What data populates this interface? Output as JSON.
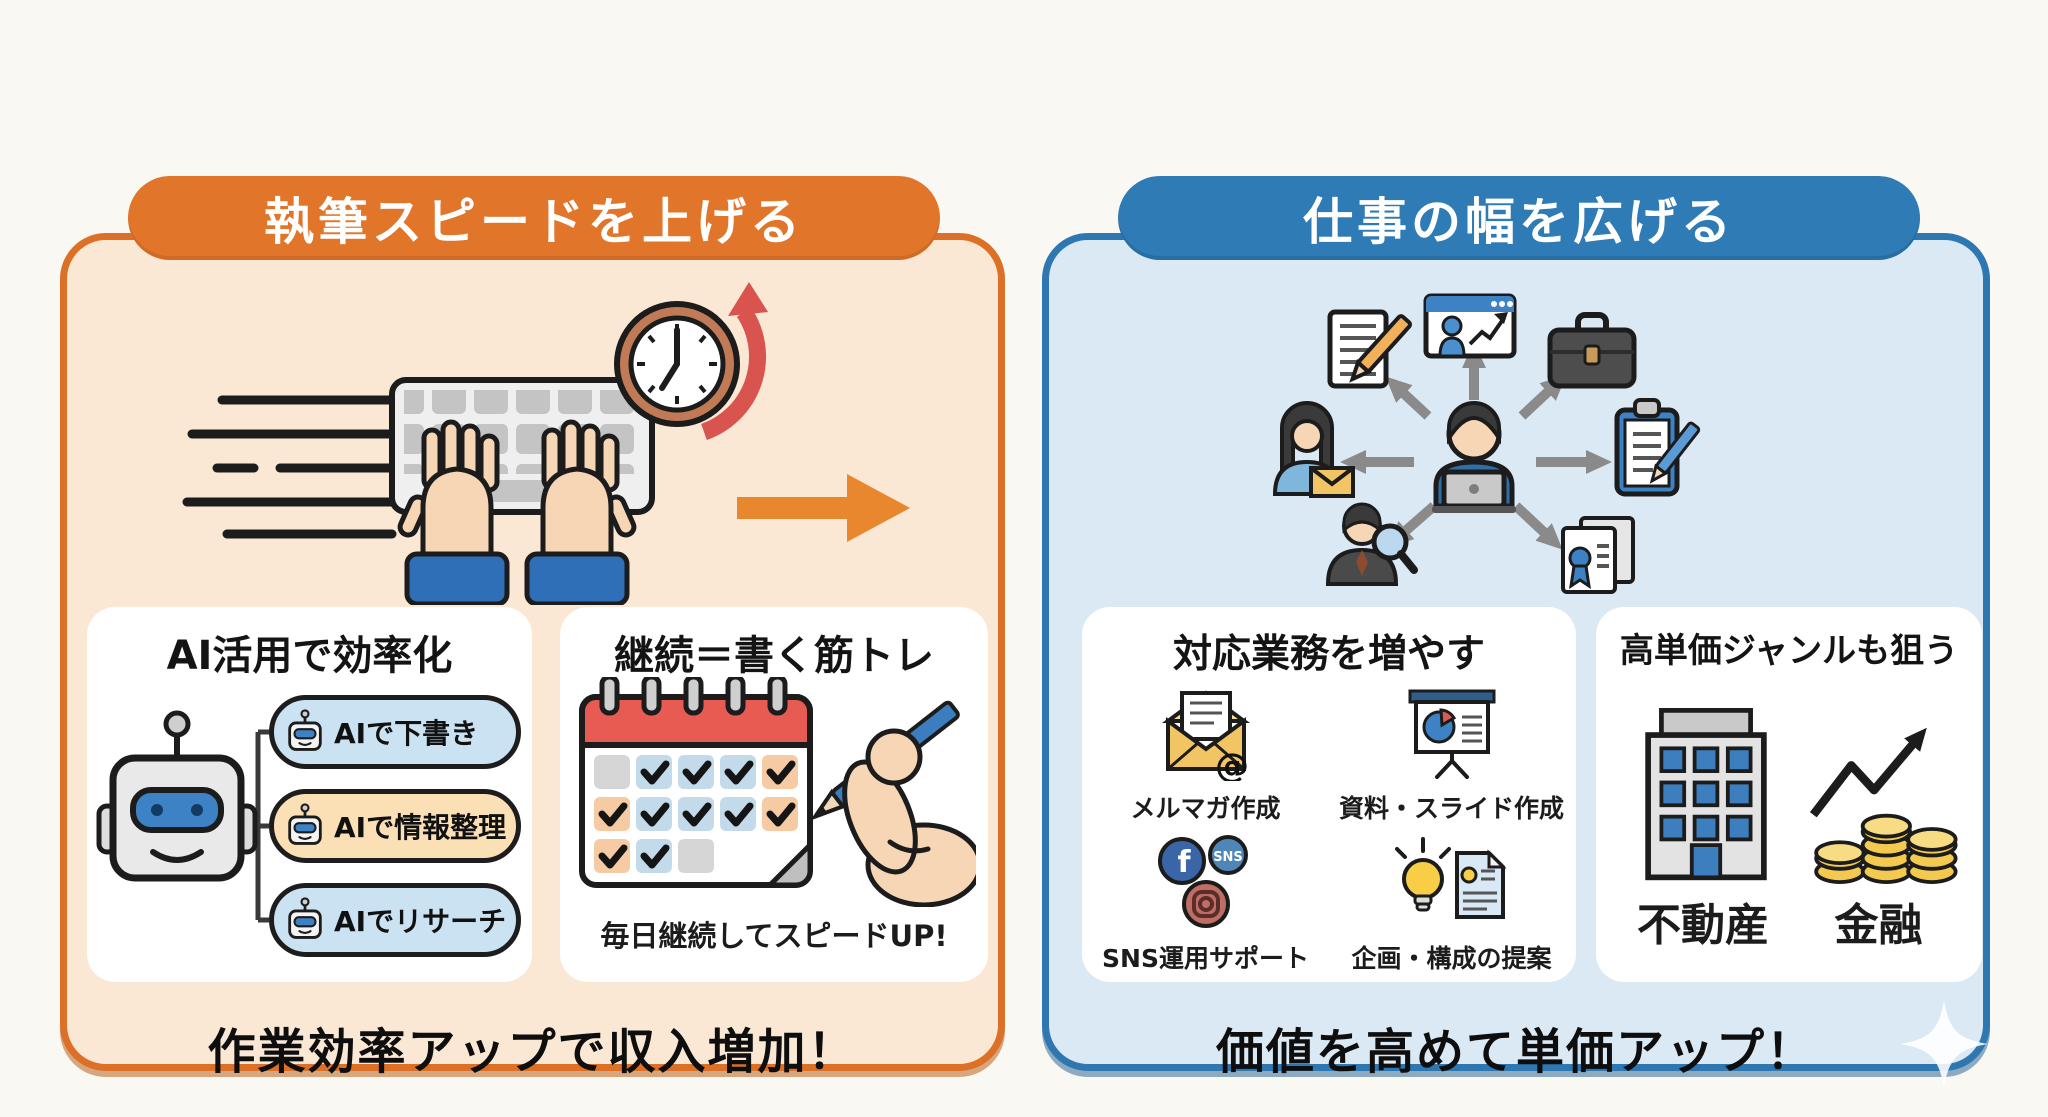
{
  "page": {
    "background": "#FAF8F3"
  },
  "left_panel": {
    "accent_color": "#E1752A",
    "fill_color": "#FAE7D4",
    "header": "執筆スピードを上げる",
    "footer": "作業効率アップで収入増加！",
    "ai_box": {
      "title": "AI活用で効率化",
      "pills": [
        {
          "label": "AIで下書き",
          "bg": "#CBE2F3"
        },
        {
          "label": "AIで情報整理",
          "bg": "#FBE0B6"
        },
        {
          "label": "AIでリサーチ",
          "bg": "#CBE2F3"
        }
      ]
    },
    "training_box": {
      "title": "継続＝書く筋トレ",
      "caption": "毎日継続してスピードUP!"
    }
  },
  "right_panel": {
    "accent_color": "#2E7BB5",
    "fill_color": "#DBE9F4",
    "header": "仕事の幅を広げる",
    "footer": "価値を高めて単価アップ！",
    "tasks_box": {
      "title": "対応業務を増やす",
      "items": [
        {
          "label": "メルマガ作成",
          "icon": "newsletter-icon"
        },
        {
          "label": "資料・スライド作成",
          "icon": "slides-icon"
        },
        {
          "label": "SNS運用サポート",
          "icon": "sns-icons"
        },
        {
          "label": "企画・構成の提案",
          "icon": "idea-document-icon"
        }
      ]
    },
    "genre_box": {
      "title": "高単価ジャンルも狙う",
      "items": [
        {
          "label": "不動産",
          "icon": "building-icon"
        },
        {
          "label": "金融",
          "icon": "finance-growth-icon"
        }
      ]
    }
  },
  "icon_labels": {
    "sns_badge": "SNS",
    "facebook_f": "f",
    "at_symbol": "@"
  }
}
